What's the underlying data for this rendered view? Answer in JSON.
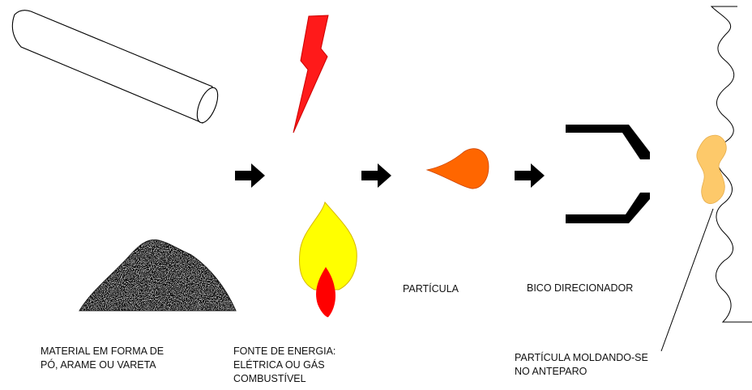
{
  "labels": {
    "material": "MATERIAL EM FORMA DE\nPÓ, ARAME OU VARETA",
    "energy": "FONTE DE ENERGIA:\nELÉTRICA OU GÁS\nCOMBUSTÍVEL",
    "particle": "PARTÍCULA",
    "nozzle": "BICO DIRECIONADOR",
    "molding": "PARTÍCULA MOLDANDO-SE\nNO ANTEPARO"
  },
  "colors": {
    "lightning": "#ff1a1a",
    "flame_outer": "#ffff00",
    "flame_inner": "#ff0000",
    "particle": "#ff6600",
    "deposit": "#fdc96a",
    "ink": "#000000"
  },
  "icons": [
    "rod-icon",
    "powder-pile-icon",
    "lightning-icon",
    "flame-icon",
    "arrow-right-icon",
    "particle-icon",
    "nozzle-icon",
    "substrate-icon",
    "deposit-icon"
  ]
}
